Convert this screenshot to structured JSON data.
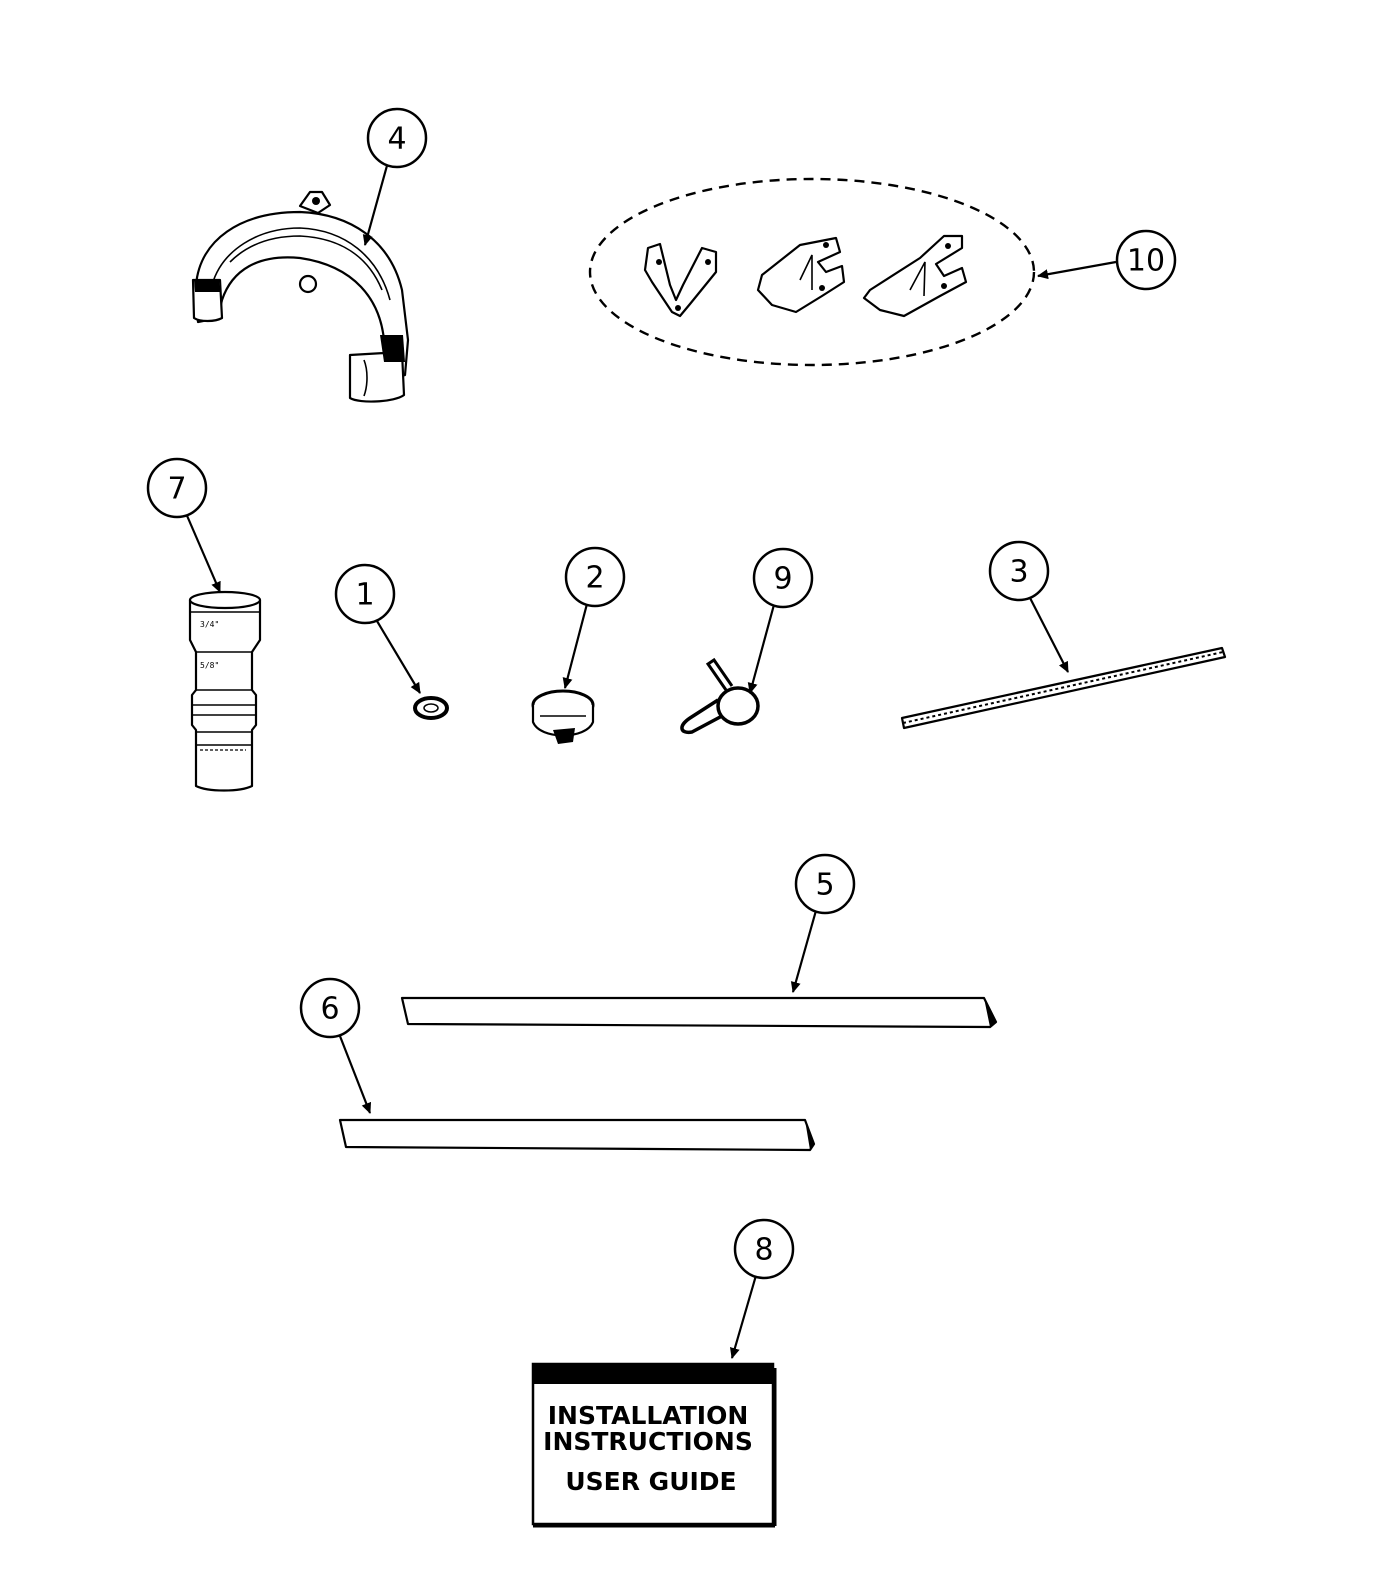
{
  "callouts": {
    "c1": "1",
    "c2": "2",
    "c3": "3",
    "c4": "4",
    "c5": "5",
    "c6": "6",
    "c7": "7",
    "c8": "8",
    "c9": "9",
    "c10": "10"
  },
  "manual": {
    "line1": "INSTALLATION",
    "line2": "INSTRUCTIONS",
    "line3": "USER GUIDE"
  },
  "adapter_marks": {
    "upper": "3/4\"",
    "middle": "5/8\""
  }
}
